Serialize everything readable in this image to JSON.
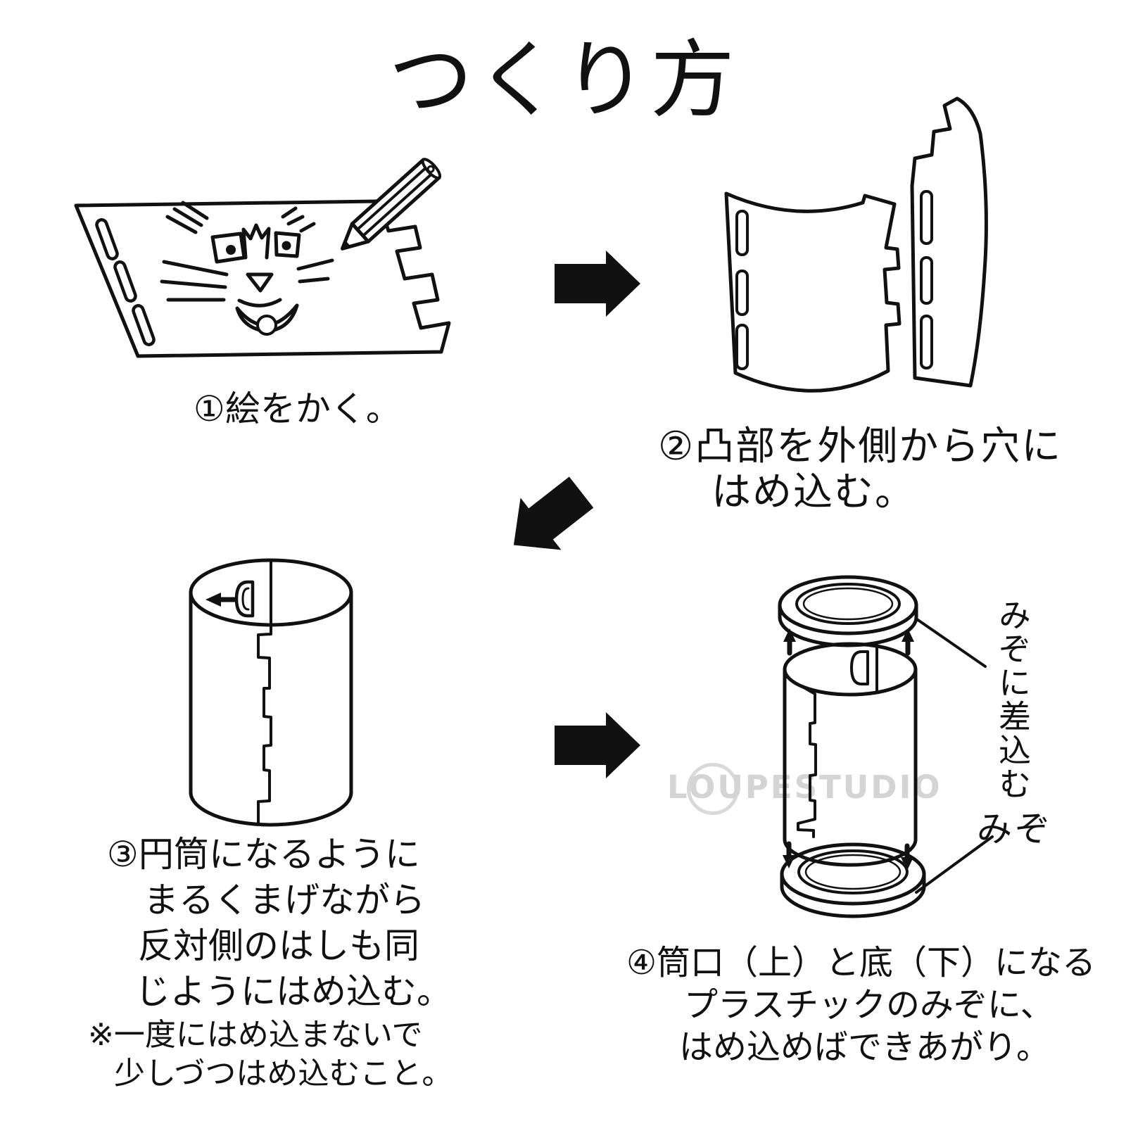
{
  "title": "つくり方",
  "watermark": "LOUPESTUDIO",
  "steps": [
    {
      "caption_lines": [
        "①絵をかく。"
      ]
    },
    {
      "caption_lines": [
        "②凸部を外側から穴に",
        "はめ込む。"
      ]
    },
    {
      "caption_lines": [
        "③円筒になるように",
        "まるくまげながら",
        "反対側のはしも同",
        "じようにはめ込む。"
      ],
      "note_lines": [
        "※一度にはめ込まないで",
        "少しづつはめ込むこと。"
      ]
    },
    {
      "caption_lines": [
        "④筒口（上）と底（下）になる",
        "プラスチックのみぞに、",
        "はめ込めばできあがり。"
      ]
    }
  ],
  "labels": {
    "groove_insert": "みぞに差込む",
    "groove": "みぞ"
  },
  "colors": {
    "line": "#111111",
    "background": "#ffffff",
    "watermark": "#d4d4d4"
  }
}
